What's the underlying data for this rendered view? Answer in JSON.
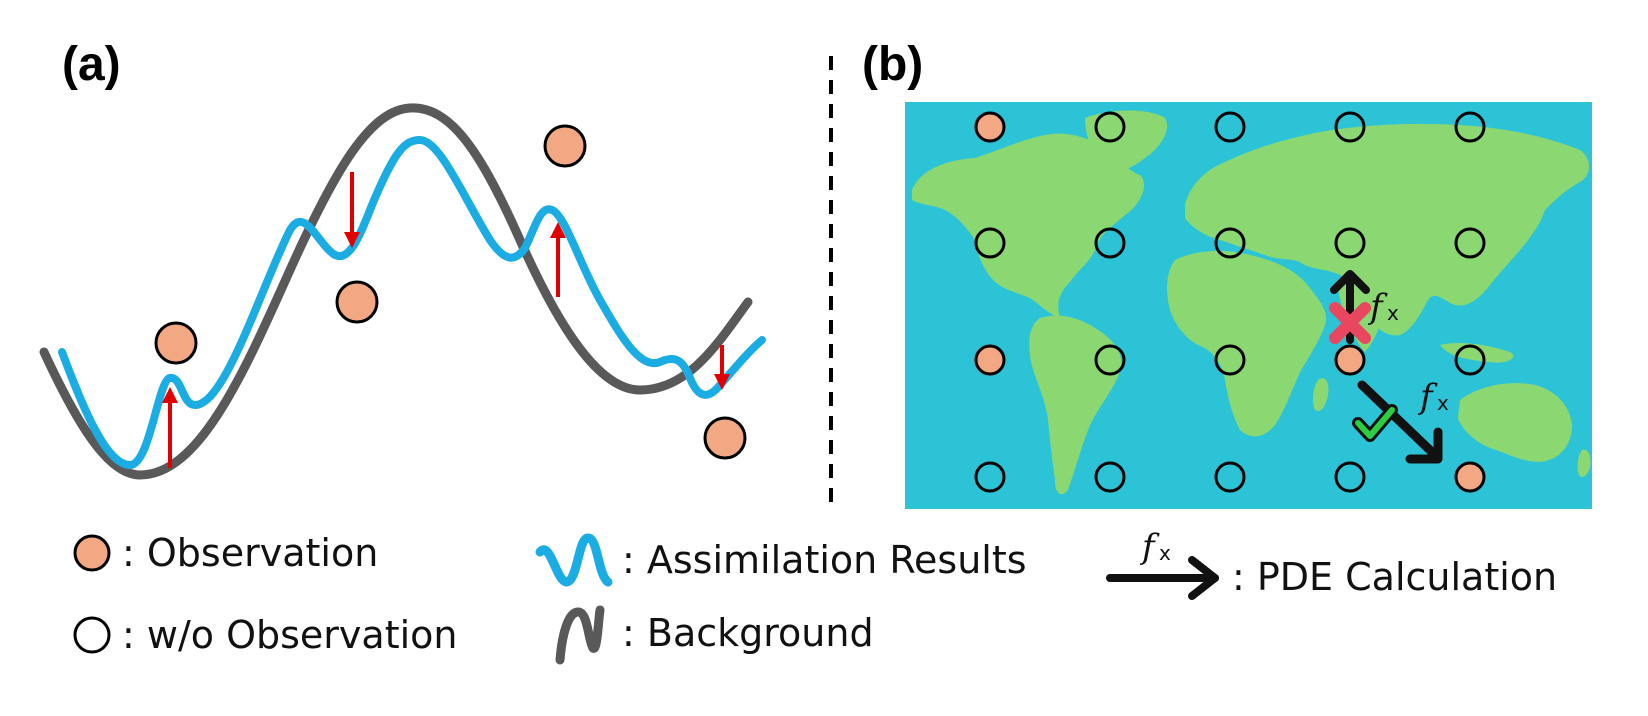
{
  "panels": {
    "a": {
      "label": "(a)"
    },
    "b": {
      "label": "(b)"
    }
  },
  "legend": {
    "observation": ": Observation",
    "without_observation": ": w/o Observation",
    "assimilation_results": ": Assimilation Results",
    "background": ": Background",
    "pde_calculation": ": PDE Calculation",
    "fx_symbol": "f",
    "fx_subscript": "x"
  },
  "colors": {
    "observation_fill": "#F2A882",
    "assimilation_line": "#1AACE2",
    "background_line": "#595959",
    "correction_arrow": "#E00000",
    "ocean": "#2DC3D6",
    "land": "#8BD872",
    "cross": "#E8475F",
    "check": "#2ECC40"
  },
  "icons": {
    "cross": "cross-icon",
    "check": "check-icon"
  }
}
